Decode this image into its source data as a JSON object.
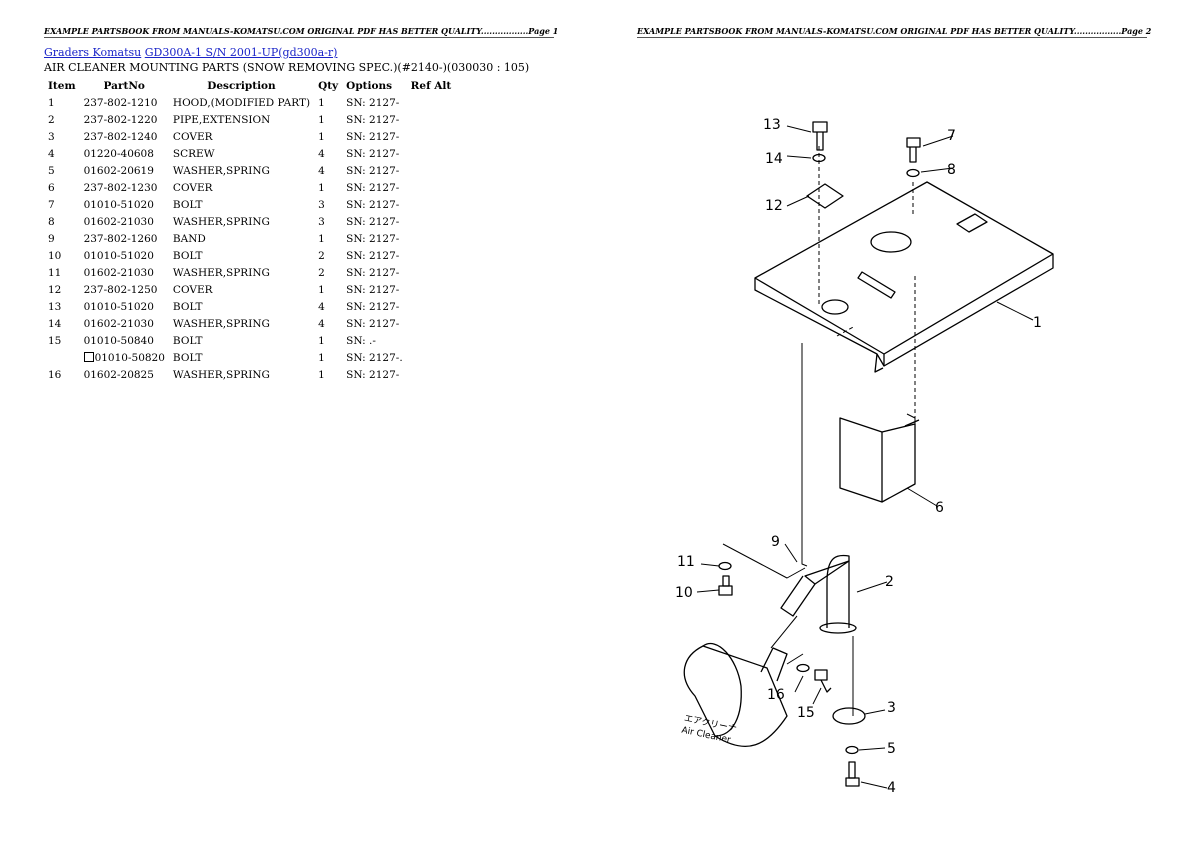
{
  "header": {
    "left": "EXAMPLE PARTSBOOK FROM MANUALS-KOMATSU.COM ORIGINAL PDF HAS BETTER QUALITY.................Page 1",
    "right": "EXAMPLE PARTSBOOK FROM MANUALS-KOMATSU.COM ORIGINAL PDF HAS BETTER QUALITY.................Page 2"
  },
  "breadcrumb": {
    "link1": "Graders Komatsu",
    "link2": "GD300A-1 S/N 2001-UP(gd300a-r)"
  },
  "subtitle": "AIR CLEANER MOUNTING PARTS (SNOW REMOVING SPEC.)(#2140-)(030030 : 105)",
  "table": {
    "headers": [
      "Item",
      "PartNo",
      "Description",
      "Qty",
      "Options",
      "Ref Alt"
    ],
    "rows": [
      {
        "item": "1",
        "partno": "237-802-1210",
        "desc": "HOOD,(MODIFIED PART)",
        "qty": "1",
        "opt": "SN: 2127-"
      },
      {
        "item": "2",
        "partno": "237-802-1220",
        "desc": "PIPE,EXTENSION",
        "qty": "1",
        "opt": "SN: 2127-"
      },
      {
        "item": "3",
        "partno": "237-802-1240",
        "desc": "COVER",
        "qty": "1",
        "opt": "SN: 2127-"
      },
      {
        "item": "4",
        "partno": "01220-40608",
        "desc": "SCREW",
        "qty": "4",
        "opt": "SN: 2127-"
      },
      {
        "item": "5",
        "partno": "01602-20619",
        "desc": "WASHER,SPRING",
        "qty": "4",
        "opt": "SN: 2127-"
      },
      {
        "item": "6",
        "partno": "237-802-1230",
        "desc": "COVER",
        "qty": "1",
        "opt": "SN: 2127-"
      },
      {
        "item": "7",
        "partno": "01010-51020",
        "desc": "BOLT",
        "qty": "3",
        "opt": "SN: 2127-"
      },
      {
        "item": "8",
        "partno": "01602-21030",
        "desc": "WASHER,SPRING",
        "qty": "3",
        "opt": "SN: 2127-"
      },
      {
        "item": "9",
        "partno": "237-802-1260",
        "desc": "BAND",
        "qty": "1",
        "opt": "SN: 2127-"
      },
      {
        "item": "10",
        "partno": "01010-51020",
        "desc": "BOLT",
        "qty": "2",
        "opt": "SN: 2127-"
      },
      {
        "item": "11",
        "partno": "01602-21030",
        "desc": "WASHER,SPRING",
        "qty": "2",
        "opt": "SN: 2127-"
      },
      {
        "item": "12",
        "partno": "237-802-1250",
        "desc": "COVER",
        "qty": "1",
        "opt": "SN: 2127-"
      },
      {
        "item": "13",
        "partno": "01010-51020",
        "desc": "BOLT",
        "qty": "4",
        "opt": "SN: 2127-"
      },
      {
        "item": "14",
        "partno": "01602-21030",
        "desc": "WASHER,SPRING",
        "qty": "4",
        "opt": "SN: 2127-"
      },
      {
        "item": "15",
        "partno": "01010-50840",
        "desc": "BOLT",
        "qty": "1",
        "opt": "SN: .-"
      },
      {
        "item": "",
        "partno": "01010-50820",
        "desc": "BOLT",
        "qty": "1",
        "opt": "SN: 2127-.",
        "alt": true
      },
      {
        "item": "16",
        "partno": "01602-20825",
        "desc": "WASHER,SPRING",
        "qty": "1",
        "opt": "SN: 2127-"
      }
    ]
  },
  "diagram": {
    "callouts": [
      "1",
      "2",
      "3",
      "4",
      "5",
      "6",
      "7",
      "8",
      "9",
      "10",
      "11",
      "12",
      "13",
      "14",
      "15",
      "16"
    ],
    "air_cleaner_jp": "エアクリーナ",
    "air_cleaner_en": "Air Cleaner"
  }
}
